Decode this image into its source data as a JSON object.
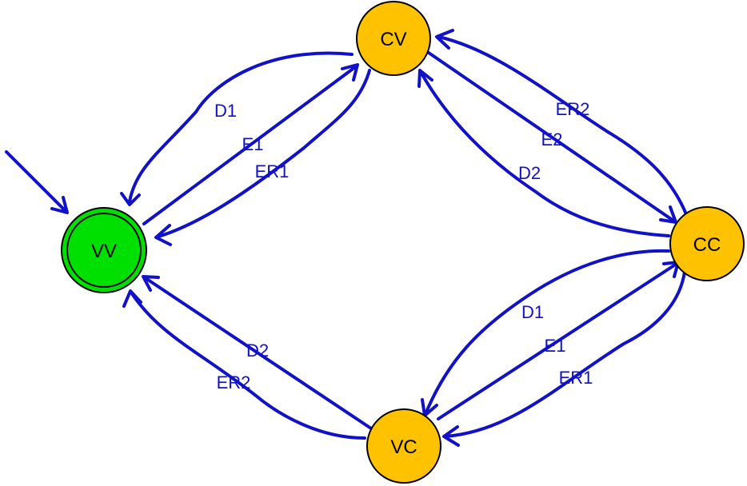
{
  "colors": {
    "edge": "#1111c8",
    "node_fill": "#ffc200",
    "initial_fill": "#00e000",
    "node_stroke": "#000000"
  },
  "nodes": {
    "vv": {
      "label": "VV",
      "initial": true,
      "accepting": true
    },
    "cv": {
      "label": "CV"
    },
    "cc": {
      "label": "CC"
    },
    "vc": {
      "label": "VC"
    }
  },
  "edges": {
    "cv_vv_d1": {
      "from": "CV",
      "to": "VV",
      "label": "D1"
    },
    "vv_cv_e1": {
      "from": "VV",
      "to": "CV",
      "label": "E1"
    },
    "cv_vv_er1": {
      "from": "CV",
      "to": "VV",
      "label": "ER1"
    },
    "cc_cv_er2": {
      "from": "CC",
      "to": "CV",
      "label": "ER2"
    },
    "cv_cc_e2": {
      "from": "CV",
      "to": "CC",
      "label": "E2"
    },
    "cc_cv_d2": {
      "from": "CC",
      "to": "CV",
      "label": "D2"
    },
    "vc_vv_d2": {
      "from": "VC",
      "to": "VV",
      "label": "D2"
    },
    "vc_vv_er2": {
      "from": "VC",
      "to": "VV",
      "label": "ER2"
    },
    "cc_vc_d1": {
      "from": "CC",
      "to": "VC",
      "label": "D1"
    },
    "vc_cc_e1": {
      "from": "VC",
      "to": "CC",
      "label": "E1"
    },
    "cc_vc_er1": {
      "from": "CC",
      "to": "VC",
      "label": "ER1"
    }
  }
}
